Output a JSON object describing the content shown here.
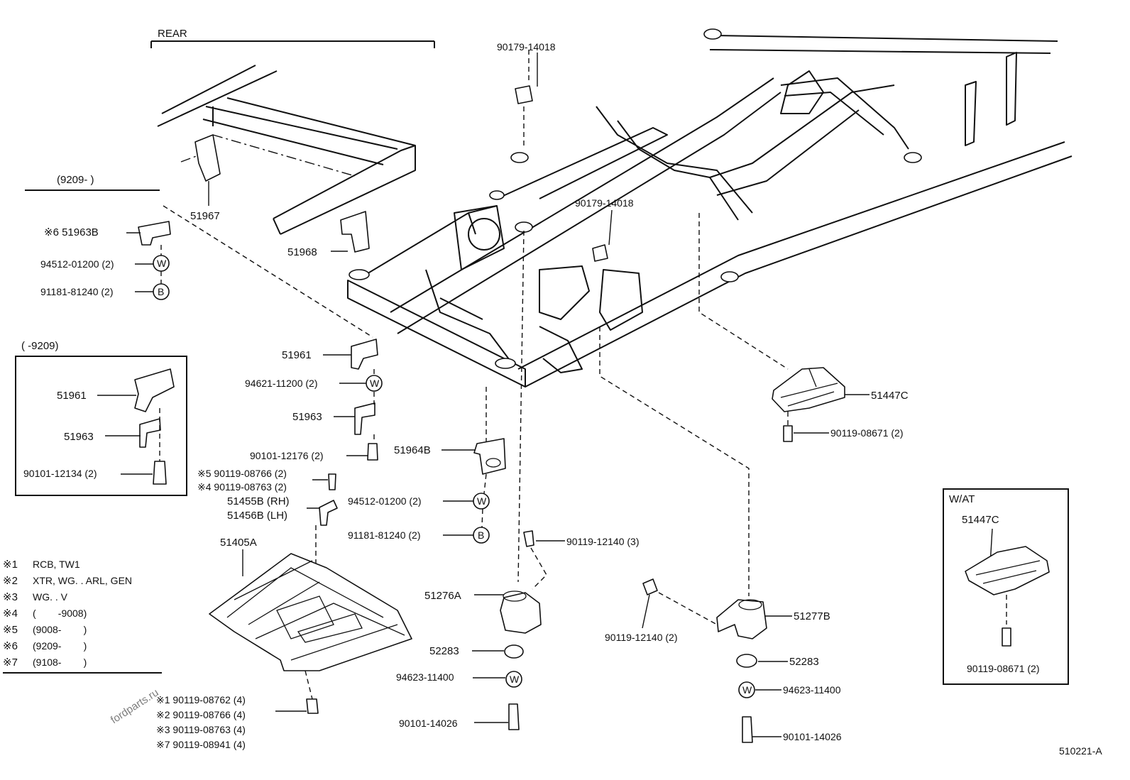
{
  "header": {
    "rear_label": "REAR"
  },
  "watermark": "fordparts.ru",
  "diagram_id": "510221-A",
  "notes": [
    {
      "mark": "※1",
      "text": "RCB, TW1"
    },
    {
      "mark": "※2",
      "text": "XTR, WG. . ARL, GEN"
    },
    {
      "mark": "※3",
      "text": "WG. . V"
    },
    {
      "mark": "※4",
      "text": "(        -9008)"
    },
    {
      "mark": "※5",
      "text": "(9008-        )"
    },
    {
      "mark": "※6",
      "text": "(9209-        )"
    },
    {
      "mark": "※7",
      "text": "(9108-        )"
    }
  ],
  "variant_a": {
    "range": "(9209-        )"
  },
  "variant_b": {
    "range": "(        -9209)"
  },
  "wat_box": {
    "title": "W/AT"
  },
  "callouts": {
    "p90179_14018_top": "90179-14018",
    "p90179_14018_mid": "90179-14018",
    "p51967": "51967",
    "p51968": "51968",
    "p51963B": "※6 51963B",
    "p94512_01200_a": "94512-01200 (2)",
    "p91181_81240_a": "91181-81240 (2)",
    "p51961_a": "51961",
    "p94621_11200": "94621-11200 (2)",
    "p51963_a": "51963",
    "p90101_12176": "90101-12176 (2)",
    "p51961_b": "51961",
    "p51963_b": "51963",
    "p90101_12134": "90101-12134 (2)",
    "p90119_08766_5": "※5 90119-08766 (2)",
    "p90119_08763_4": "※4 90119-08763 (2)",
    "p51455B": "51455B (RH)",
    "p51456B": "51456B (LH)",
    "p51405A": "51405A",
    "p51964B": "51964B",
    "p94512_01200_b": "94512-01200 (2)",
    "p91181_81240_b": "91181-81240 (2)",
    "p90119_12140_3": "90119-12140 (3)",
    "p51276A": "51276A",
    "p52283_a": "52283",
    "p94623_11400_a": "94623-11400",
    "p90101_14026_a": "90101-14026",
    "p90119_12140_2": "90119-12140 (2)",
    "p51277B": "51277B",
    "p52283_b": "52283",
    "p94623_11400_b": "94623-11400",
    "p90101_14026_b": "90101-14026",
    "p51447C": "51447C",
    "p90119_08671": "90119-08671 (2)",
    "p51447C_wat": "51447C",
    "p90119_08671_wat": "90119-08671 (2)",
    "bolt_1": "※1 90119-08762 (4)",
    "bolt_2": "※2 90119-08766 (4)",
    "bolt_3": "※3 90119-08763 (4)",
    "bolt_7": "※7 90119-08941 (4)"
  },
  "symbols": {
    "washer": "W",
    "bushing": "B"
  }
}
